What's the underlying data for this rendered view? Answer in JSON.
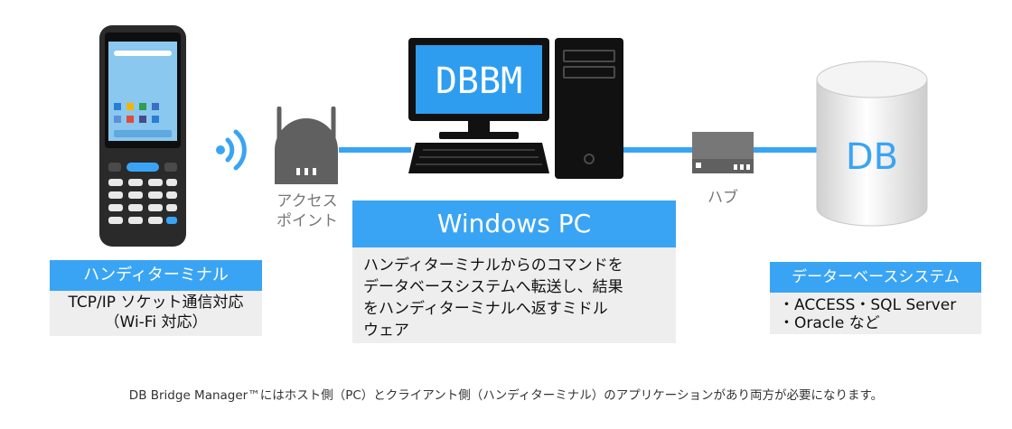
{
  "handheld": {
    "title": "ハンディターミナル",
    "desc_line1": "TCP/IP ソケット通信対応",
    "desc_line2": "（Wi-Fi 対応）"
  },
  "access_point": {
    "line1": "アクセス",
    "line2": "ポイント"
  },
  "monitor_text": "DBBM",
  "windows_pc": {
    "title": "Windows PC",
    "desc_line1": "ハンディターミナルからのコマンドを",
    "desc_line2": "データベースシステムへ転送し、結果",
    "desc_line3": "をハンディターミナルへ返すミドル",
    "desc_line4": "ウェア"
  },
  "hub_label": "ハブ",
  "db": {
    "cylinder_text": "DB",
    "title": "データーベースシステム",
    "desc_line1": "・ACCESS・SQL Server",
    "desc_line2": "・Oracle など"
  },
  "caption": "DB Bridge Manager™にはホスト側（PC）とクライアント側（ハンディターミナル）のアプリケーションがあり両方が必要になります。",
  "colors": {
    "accent": "#3aa4f4",
    "dark": "#111111",
    "grey_box": "#eeeeee"
  }
}
